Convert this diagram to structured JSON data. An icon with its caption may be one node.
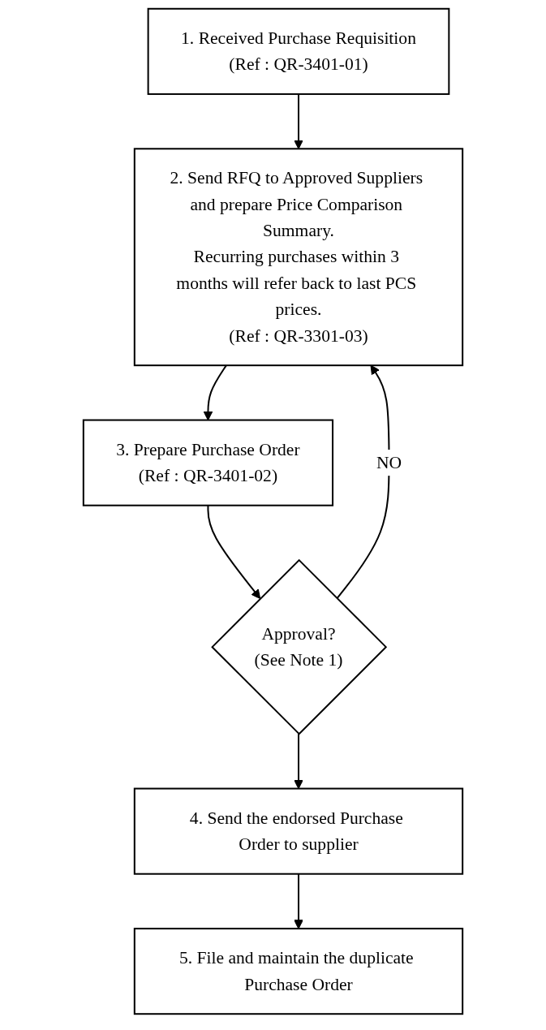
{
  "diagram": {
    "nodes": [
      {
        "text": [
          "1. Received Purchase Requisition",
          "(Ref : QR-3401-01)"
        ]
      },
      {
        "text": [
          "2. Send RFQ to Approved Suppliers and prepare Price Comparison Summary.",
          "Recurring purchases within 3 months will refer back to last PCS prices.",
          "(Ref : QR-3301-03)"
        ]
      },
      {
        "text": [
          "3. Prepare Purchase Order",
          "(Ref : QR-3401-02)"
        ]
      },
      {
        "text": [
          "Approval?",
          "(See Note 1)"
        ]
      },
      {
        "text": [
          "4. Send the endorsed Purchase Order to supplier"
        ]
      },
      {
        "text": [
          "5. File and maintain the duplicate Purchase Order"
        ]
      }
    ],
    "edges": [
      {
        "from": 0,
        "to": 1,
        "arrow": "to"
      },
      {
        "from": 1,
        "to": 2,
        "arrow": "to"
      },
      {
        "from": 2,
        "to": 3,
        "arrow": "to"
      },
      {
        "from": 3,
        "to": 1,
        "arrow": "to",
        "label": "NO"
      },
      {
        "from": 3,
        "to": 4,
        "arrow": "to"
      },
      {
        "from": 4,
        "to": 5,
        "arrow": "to"
      }
    ]
  }
}
